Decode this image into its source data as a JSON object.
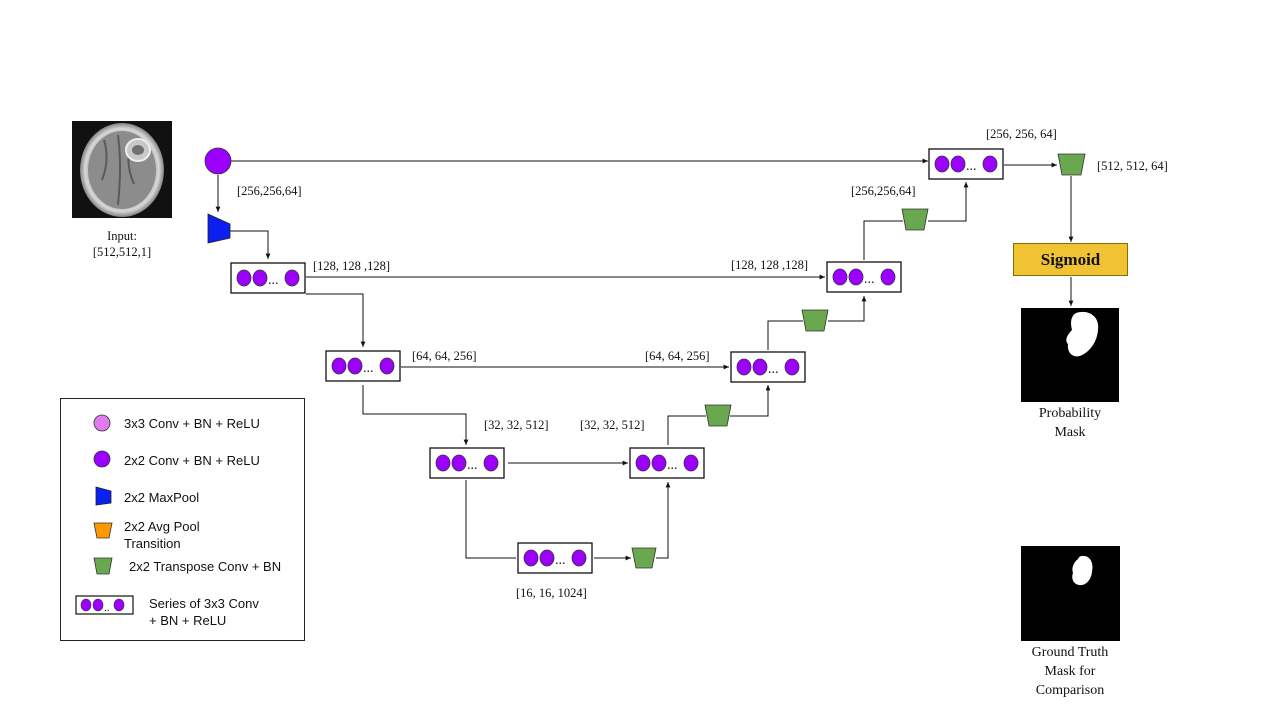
{
  "input": {
    "label": "Input:",
    "shape": "[512,512,1]"
  },
  "dims": {
    "enc1": "[256,256,64]",
    "enc2": "[128, 128 ,128]",
    "enc3": "[64, 64, 256]",
    "enc4": "[32, 32, 512]",
    "bottleneck": "[16, 16, 1024]",
    "dec4": "[32, 32, 512]",
    "dec3": "[64, 64, 256]",
    "dec2": "[128, 128 ,128]",
    "dec1_in": "[256,256,64]",
    "dec1_out": "[256, 256, 64]",
    "final": "[512, 512, 64]"
  },
  "sigmoid_label": "Sigmoid",
  "outputs": {
    "probability_mask": "Probability\nMask",
    "ground_truth": "Ground Truth\nMask for\nComparison"
  },
  "legend": {
    "items": [
      {
        "shape": "circle-light",
        "label": "3x3 Conv + BN + ReLU"
      },
      {
        "shape": "circle-dark",
        "label": "2x2 Conv + BN + ReLU"
      },
      {
        "shape": "maxpool",
        "label": "2x2 MaxPool"
      },
      {
        "shape": "avgpool",
        "label": "2x2 Avg Pool\nTransition"
      },
      {
        "shape": "transpose",
        "label": "2x2 Transpose Conv + BN"
      },
      {
        "shape": "series",
        "label": "Series of 3x3 Conv\n+ BN + ReLU"
      }
    ]
  },
  "colors": {
    "conv_purple": "#9b00ff",
    "conv_light": "#e07cf0",
    "maxpool_blue": "#0a1ff0",
    "avgpool_orange": "#ff9900",
    "transpose_green": "#6aa84f",
    "sigmoid_gold": "#f1c232"
  }
}
